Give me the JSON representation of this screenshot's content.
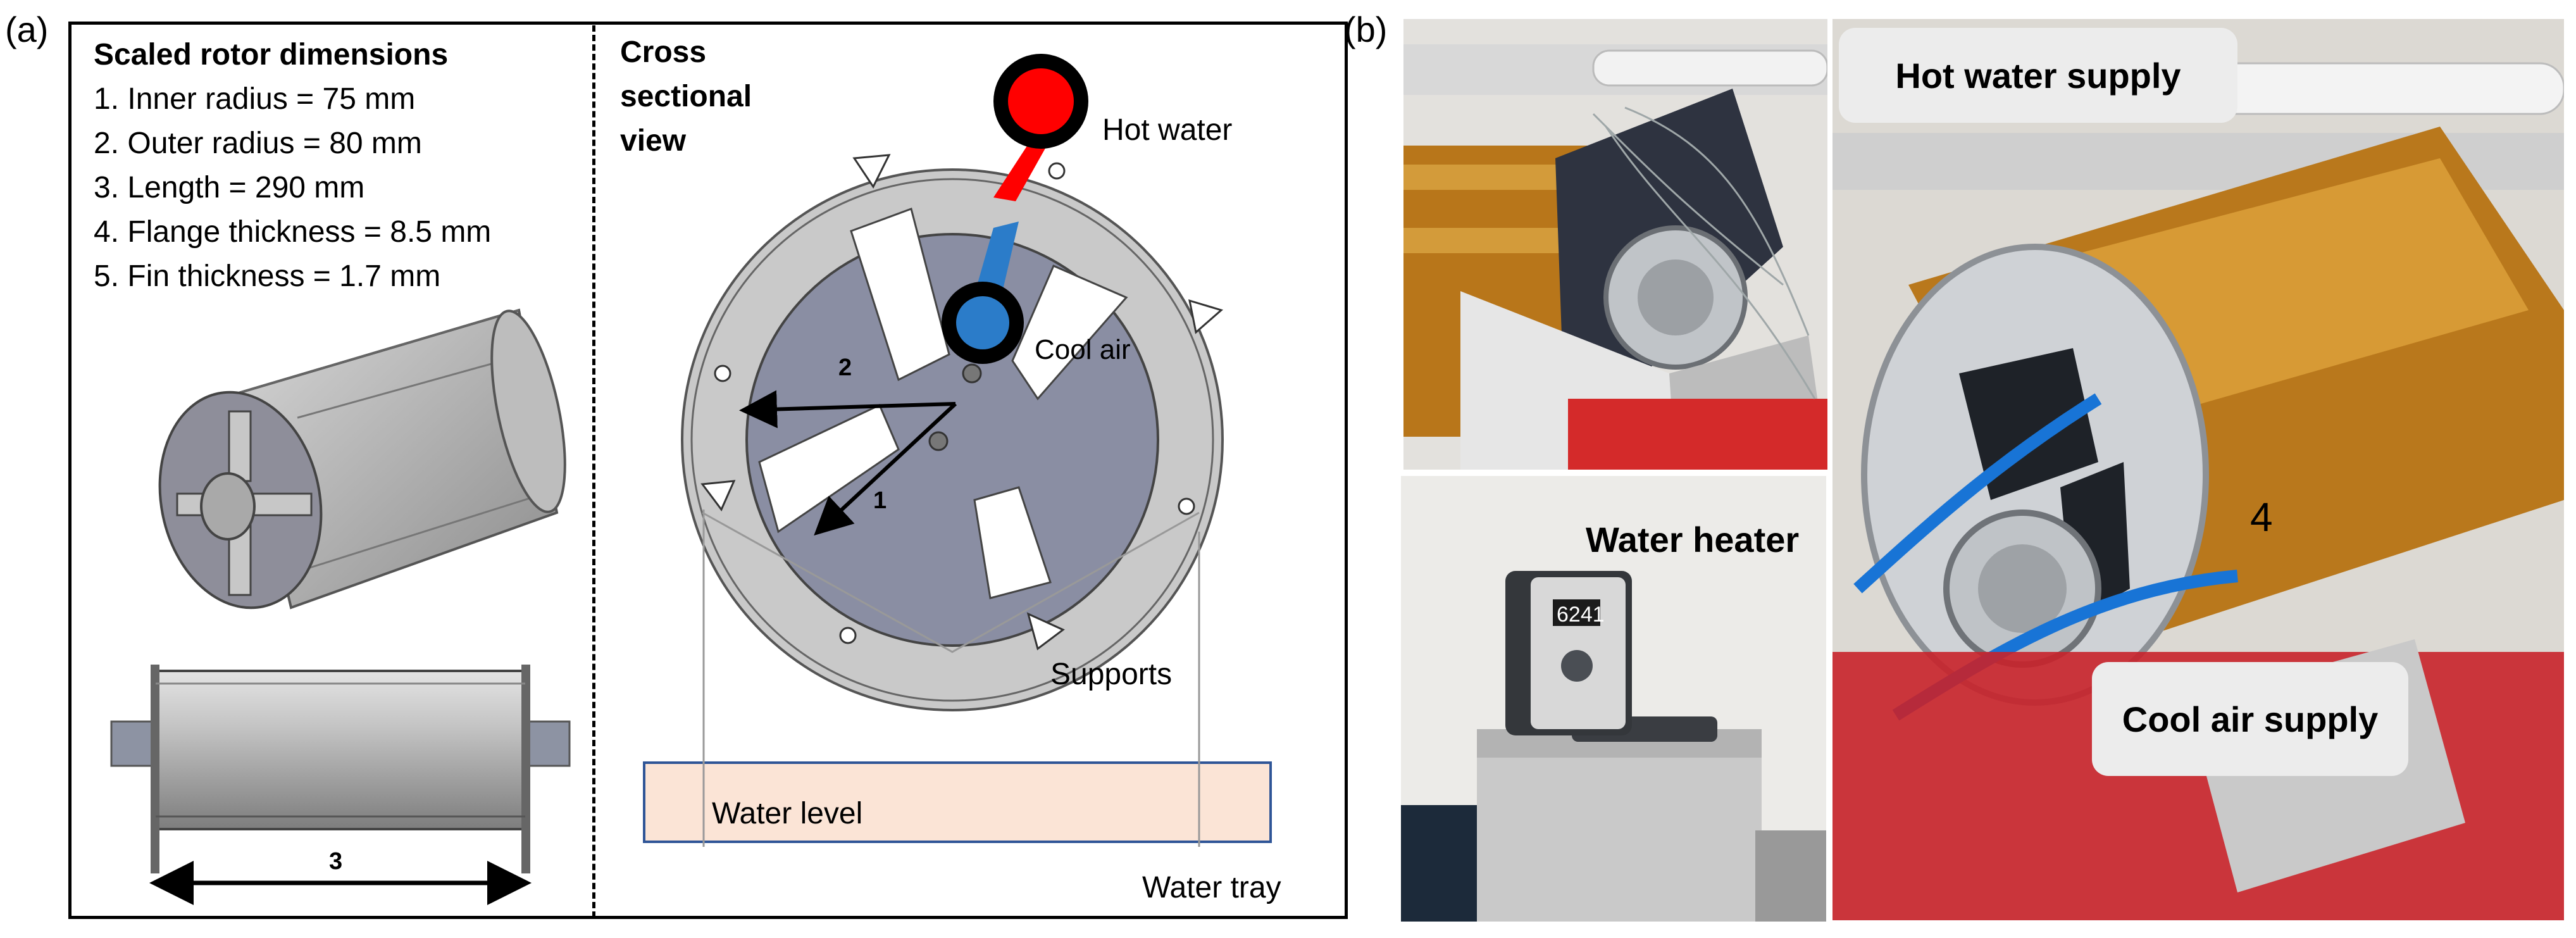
{
  "panels": {
    "a": "(a)",
    "b": "(b)"
  },
  "dimensions": {
    "heading": "Scaled rotor dimensions",
    "items": [
      "1. Inner radius = 75 mm",
      "2. Outer radius = 80 mm",
      "3. Length = 290 mm",
      "4. Flange thickness = 8.5 mm",
      "5. Fin thickness = 1.7 mm"
    ]
  },
  "cross_section": {
    "title_lines": [
      "Cross",
      "sectional",
      "view"
    ],
    "hot_water": "Hot water",
    "cool_air": "Cool air",
    "supports": "Supports",
    "water_level": "Water level",
    "water_tray": "Water tray",
    "marker_inner": "1",
    "marker_outer": "2",
    "marker_length": "3"
  },
  "photos": {
    "hot_water_supply": "Hot water supply",
    "water_heater": "Water heater",
    "cool_air_supply": "Cool air supply",
    "heater_display": "6241",
    "flange_number": "4"
  },
  "colors": {
    "hot": "#ff0000",
    "cool": "#2b7cc9",
    "rotor": "#a5a5a5",
    "water": "#fbe4d6",
    "kapton": "#c88a1d",
    "tray_red": "#d42a2a"
  }
}
